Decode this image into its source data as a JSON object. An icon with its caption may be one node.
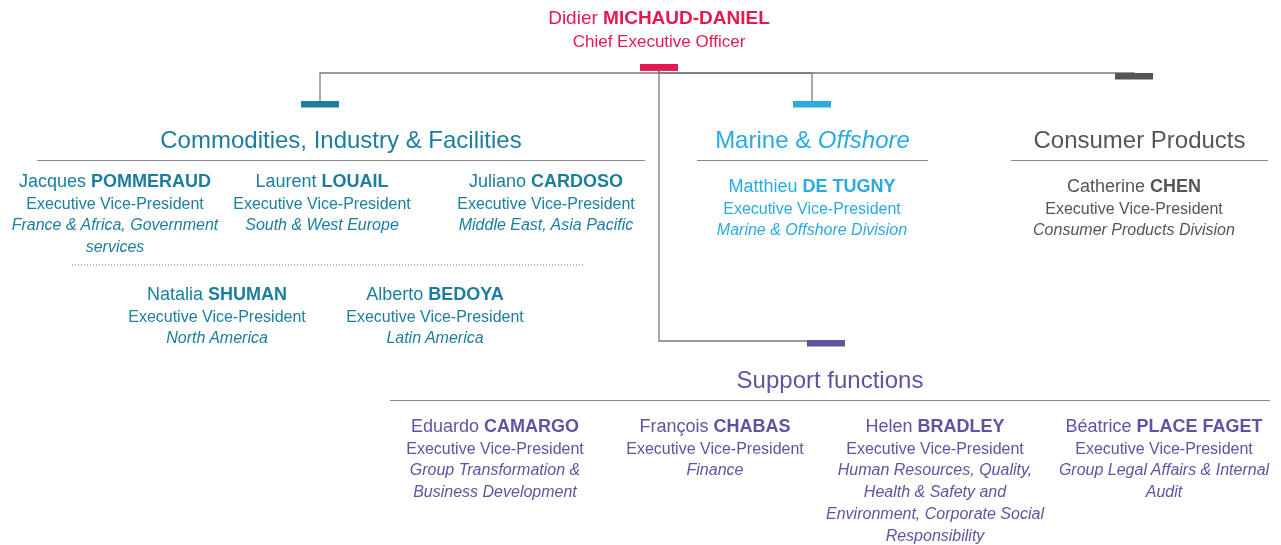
{
  "diagram": {
    "nodes": [
      {
        "text": [
          "Didier **MICHAUD-DANIEL**",
          "Chief Executive Officer"
        ]
      },
      {
        "text": [
          "Commodities, Industry & Facilities"
        ]
      },
      {
        "text": [
          "Jacques **POMMERAUD**",
          "Executive Vice-President",
          "France & Africa, Government services"
        ]
      },
      {
        "text": [
          "Laurent **LOUAIL**",
          "Executive Vice-President",
          "South & West Europe"
        ]
      },
      {
        "text": [
          "Juliano **CARDOSO**",
          "Executive Vice-President",
          "Middle East, Asia Pacific"
        ]
      },
      {
        "text": [
          "Natalia **SHUMAN**",
          "Executive Vice-President",
          "North America"
        ]
      },
      {
        "text": [
          "Alberto **BEDOYA**",
          "Executive Vice-President",
          "Latin America"
        ]
      },
      {
        "text": [
          "Marine & *Offshore*"
        ]
      },
      {
        "text": [
          "Matthieu **DE TUGNY**",
          "Executive Vice-President",
          "Marine & Offshore Division"
        ]
      },
      {
        "text": [
          "Consumer Products"
        ]
      },
      {
        "text": [
          "Catherine **CHEN**",
          "Executive Vice-President",
          "Consumer Products Division"
        ]
      },
      {
        "text": [
          "Support functions"
        ]
      },
      {
        "text": [
          "Eduardo **CAMARGO**",
          "Executive Vice-President",
          "Group Transformation & Business Development"
        ]
      },
      {
        "text": [
          "François **CHABAS**",
          "Executive Vice-President",
          "Finance"
        ]
      },
      {
        "text": [
          "Helen **BRADLEY**",
          "Executive Vice-President",
          "Human Resources, Quality, Health & Safety and Environment, Corporate Social Responsibility"
        ]
      },
      {
        "text": [
          "Béatrice **PLACE FAGET**",
          "Executive Vice-President",
          "Group Legal Affairs & Internal Audit"
        ]
      }
    ],
    "edges": [
      {
        "from": 0,
        "to": 1,
        "arrow": "other"
      },
      {
        "from": 0,
        "to": 7,
        "arrow": "other"
      },
      {
        "from": 0,
        "to": 9,
        "arrow": "other"
      },
      {
        "from": 0,
        "to": 11,
        "arrow": "other"
      }
    ]
  }
}
